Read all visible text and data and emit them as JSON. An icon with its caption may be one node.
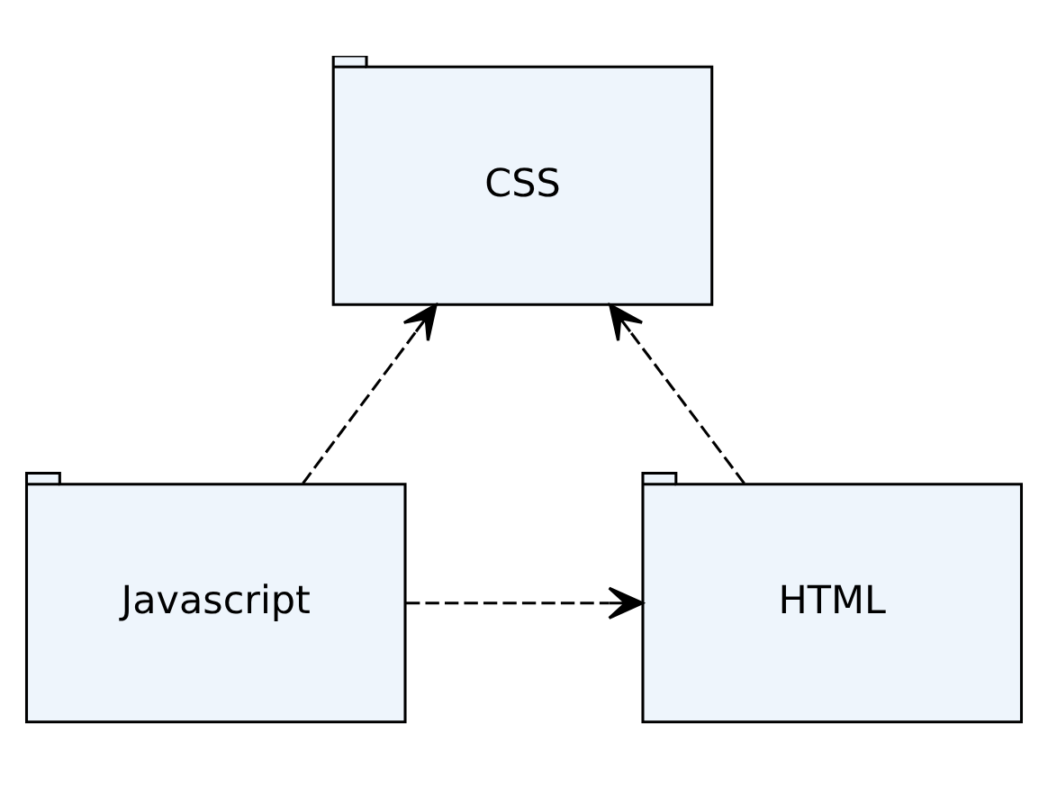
{
  "diagram": {
    "nodes": [
      {
        "text": [
          "CSS"
        ]
      },
      {
        "text": [
          "HTML"
        ]
      },
      {
        "text": [
          "Javascript"
        ]
      }
    ],
    "edges": [
      {
        "from": 1,
        "to": 0,
        "arrow": "to",
        "style": "dashed"
      },
      {
        "from": 2,
        "to": 0,
        "arrow": "to",
        "style": "dashed"
      },
      {
        "from": 2,
        "to": 1,
        "arrow": "to",
        "style": "dashed"
      }
    ]
  }
}
